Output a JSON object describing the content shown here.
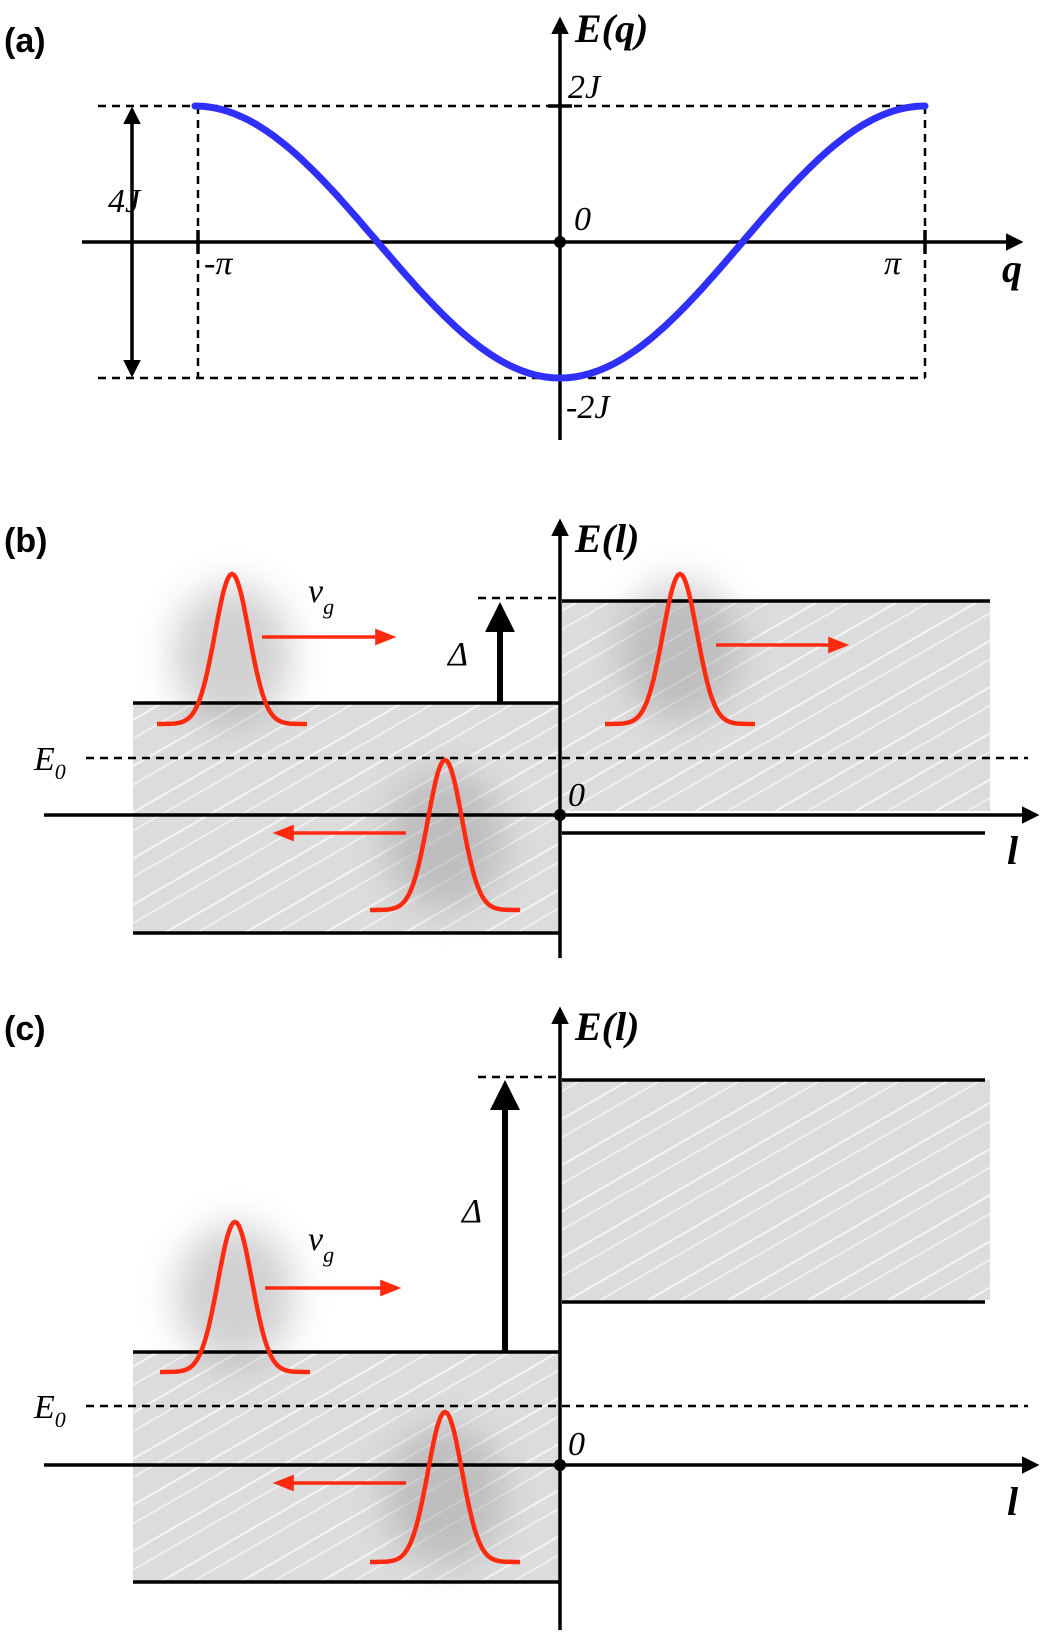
{
  "panel_a": {
    "label": "(a)",
    "y_axis_title": "E(q)",
    "x_axis_title": "q",
    "tick_2J": "2J",
    "tick_minus_2J": "-2J",
    "tick_zero": "0",
    "tick_minus_pi": "-π",
    "tick_pi": "π",
    "bandwidth": "4J",
    "curve_color": "#2f2fff"
  },
  "panel_b": {
    "label": "(b)",
    "y_axis_title": "E(l)",
    "x_axis_title": "l",
    "E0_main": "E",
    "E0_sub": "0",
    "zero": "0",
    "delta": "Δ",
    "vg_main": "v",
    "vg_sub": "g"
  },
  "panel_c": {
    "label": "(c)",
    "y_axis_title": "E(l)",
    "x_axis_title": "l",
    "E0_main": "E",
    "E0_sub": "0",
    "zero": "0",
    "delta": "Δ",
    "vg_main": "v",
    "vg_sub": "g"
  },
  "colors": {
    "wavepacket": "#ff2a10",
    "band_fill": "#dcdcdc",
    "dispersion_curve": "#2f2fff"
  }
}
